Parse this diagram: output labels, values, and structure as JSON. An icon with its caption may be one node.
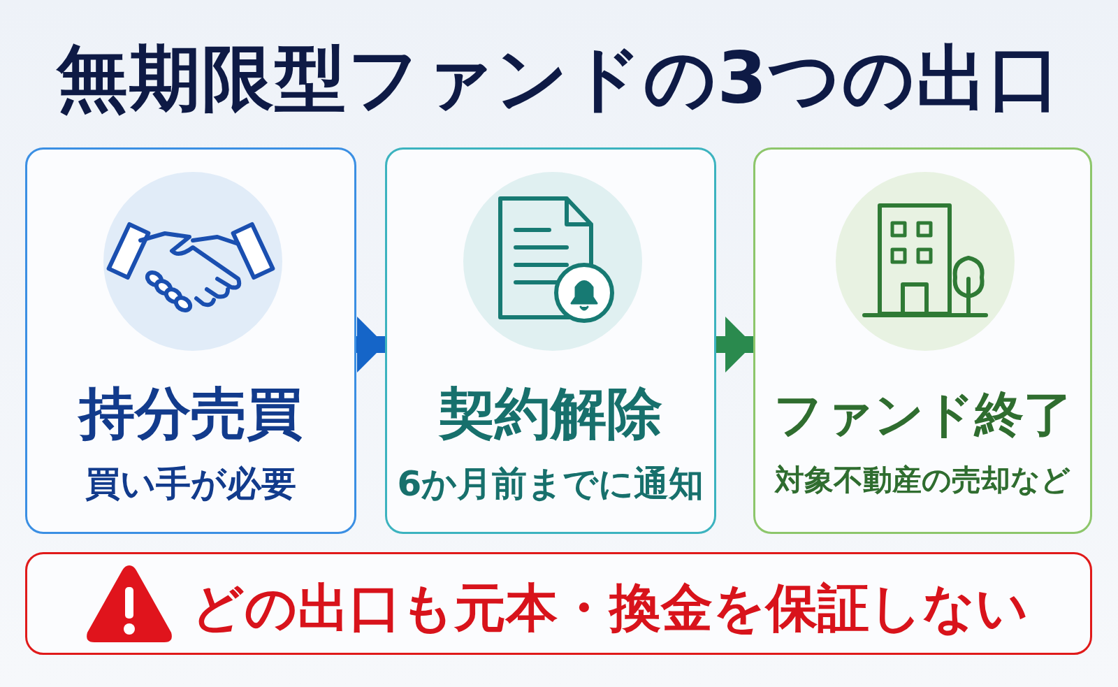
{
  "diagram": {
    "title": "無期限型ファンドの3つの出口",
    "nodes": [
      {
        "text": [
          "持分売買",
          "買い手が必要"
        ]
      },
      {
        "text": [
          "契約解除",
          "6か月前までに通知"
        ]
      },
      {
        "text": [
          "ファンド終了",
          "対象不動産の売却など"
        ]
      },
      {
        "text": [
          "どの出口も元本・換金を保証しない"
        ]
      }
    ],
    "edges": [
      {
        "from": 0,
        "to": 1,
        "arrow": "to",
        "color": "#1565c8"
      },
      {
        "from": 1,
        "to": 2,
        "arrow": "to",
        "color": "#2a8a4e"
      }
    ]
  }
}
